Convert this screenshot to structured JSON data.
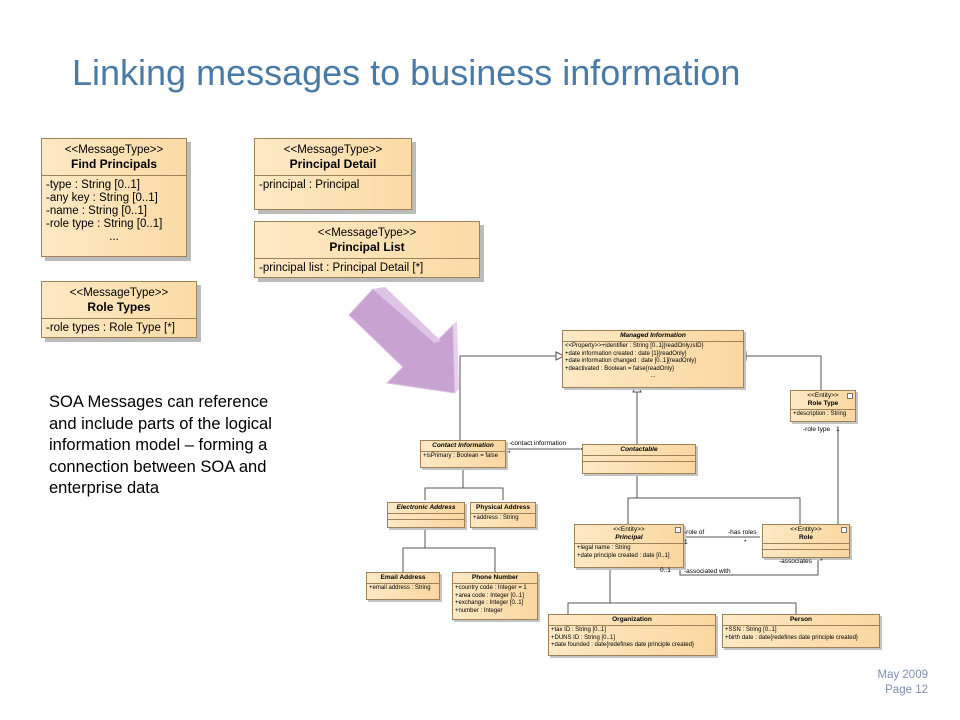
{
  "title": "Linking messages to business information",
  "body_text": "SOA Messages can reference and include parts of the logical information model – forming a connection between SOA and enterprise data",
  "footer": {
    "date": "May 2009",
    "page": "Page 12"
  },
  "messages": {
    "find_principals": {
      "stereotype": "<<MessageType>>",
      "name": "Find Principals",
      "attrs": [
        "-type : String [0..1]",
        "-any key : String [0..1]",
        "-name : String [0..1]",
        "-role type : String [0..1]"
      ],
      "more": "..."
    },
    "principal_detail": {
      "stereotype": "<<MessageType>>",
      "name": "Principal Detail",
      "attrs": [
        "-principal : Principal"
      ]
    },
    "principal_list": {
      "stereotype": "<<MessageType>>",
      "name": "Principal List",
      "attrs": [
        "-principal list : Principal Detail [*]"
      ]
    },
    "role_types": {
      "stereotype": "<<MessageType>>",
      "name": "Role Types",
      "attrs": [
        "-role types : Role Type [*]"
      ]
    }
  },
  "model": {
    "managed_information": {
      "name": "Managed Information",
      "attrs": [
        "<<Property>>+identifier : String [0..1]{readOnly,isID}",
        "+date information created : date [1]{readOnly}",
        "+date information changed : date [0..1]{readOnly}",
        "+deactivated : Boolean = false{readOnly}"
      ],
      "more": "..."
    },
    "role_type": {
      "stereotype": "<<Entity>>",
      "name": "Role Type",
      "attrs": [
        "+description : String"
      ]
    },
    "contact_information": {
      "name": "Contact Information",
      "attrs": [
        "+isPrimary : Boolean = false"
      ]
    },
    "contactable": {
      "name": "Contactable"
    },
    "electronic_address": {
      "name": "Electronic Address"
    },
    "physical_address": {
      "name": "Physical Address",
      "attrs": [
        "+address : String"
      ]
    },
    "principal": {
      "stereotype": "<<Entity>>",
      "name": "Principal",
      "attrs": [
        "+legal name : String",
        "+date principle created : date [0..1]"
      ]
    },
    "role": {
      "stereotype": "<<Entity>>",
      "name": "Role"
    },
    "email_address": {
      "name": "Email Address",
      "attrs": [
        "+email address : String"
      ]
    },
    "phone_number": {
      "name": "Phone Number",
      "attrs": [
        "+country code : Integer = 1",
        "+area code : Integer [0..1]",
        "+exchange : Integer [0..1]",
        "+number : Integer"
      ]
    },
    "organization": {
      "name": "Organization",
      "attrs": [
        "+tax ID : String [0..1]",
        "+DUNS ID : String [0..1]",
        "+date founded : date{redefines date principle created}"
      ]
    },
    "person": {
      "name": "Person",
      "attrs": [
        "+SSN : String [0..1]",
        "+birth date : date{redefines date principle created}"
      ]
    }
  },
  "labels": {
    "contact_information_assoc": "-contact information",
    "star1": "*",
    "role_type_assoc": "-role type",
    "one1": "1",
    "role_of": "-role of",
    "has_roles": "-has roles",
    "one2": "1",
    "star2": "*",
    "associates": "-associates",
    "star3": "*",
    "zero_one": "0..1",
    "associated_with": "-associated with"
  }
}
